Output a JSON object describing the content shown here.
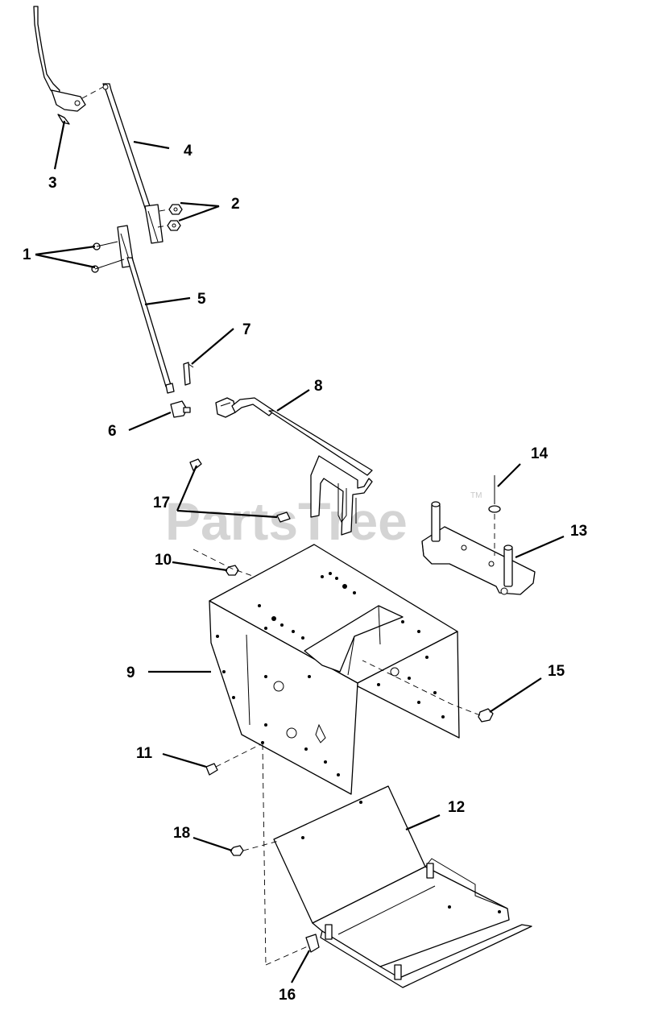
{
  "watermark": {
    "text": "PartsTree",
    "trademark": "TM"
  },
  "callouts": [
    {
      "key": "1",
      "text": "1"
    },
    {
      "key": "2",
      "text": "2"
    },
    {
      "key": "3",
      "text": "3"
    },
    {
      "key": "4",
      "text": "4"
    },
    {
      "key": "5",
      "text": "5"
    },
    {
      "key": "6",
      "text": "6"
    },
    {
      "key": "7",
      "text": "7"
    },
    {
      "key": "8",
      "text": "8"
    },
    {
      "key": "9",
      "text": "9"
    },
    {
      "key": "10",
      "text": "10"
    },
    {
      "key": "11",
      "text": "11"
    },
    {
      "key": "12",
      "text": "12"
    },
    {
      "key": "13",
      "text": "13"
    },
    {
      "key": "14",
      "text": "14"
    },
    {
      "key": "15",
      "text": "15"
    },
    {
      "key": "16",
      "text": "16"
    },
    {
      "key": "17",
      "text": "17"
    },
    {
      "key": "18",
      "text": "18"
    }
  ],
  "colors": {
    "line": "#000000",
    "background": "#ffffff",
    "watermark": "#d4d4d4"
  }
}
